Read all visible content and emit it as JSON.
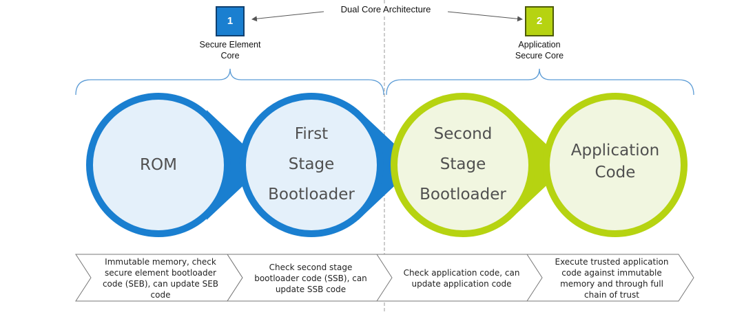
{
  "header": {
    "title": "Dual Core Architecture"
  },
  "cores": [
    {
      "number": "1",
      "label_line1": "Secure Element",
      "label_line2": "Core",
      "color": "#1a7fd0"
    },
    {
      "number": "2",
      "label_line1": "Application",
      "label_line2": "Secure Core",
      "color": "#b6d311"
    }
  ],
  "stages": [
    {
      "lines": [
        "ROM"
      ]
    },
    {
      "lines": [
        "First",
        "Stage",
        "Bootloader"
      ]
    },
    {
      "lines": [
        "Second",
        "Stage",
        "Bootloader"
      ]
    },
    {
      "lines": [
        "Application",
        "Code"
      ]
    }
  ],
  "descriptions": [
    {
      "lines": [
        "Immutable memory, check",
        "secure element bootloader",
        "code (SEB), can update SEB",
        "code"
      ]
    },
    {
      "lines": [
        "Check second stage",
        "bootloader code (SSB), can",
        "update SSB code"
      ]
    },
    {
      "lines": [
        "Check application code, can",
        "update application code"
      ]
    },
    {
      "lines": [
        "Execute trusted application",
        "code against immutable",
        "memory and through full",
        "chain of trust"
      ]
    }
  ],
  "colors": {
    "blue_ring": "#1a7fd0",
    "green_ring": "#b6d311",
    "blue_fill": "#e4f0fa",
    "green_fill": "#f1f6e0",
    "bracket": "#5b9bd5"
  }
}
